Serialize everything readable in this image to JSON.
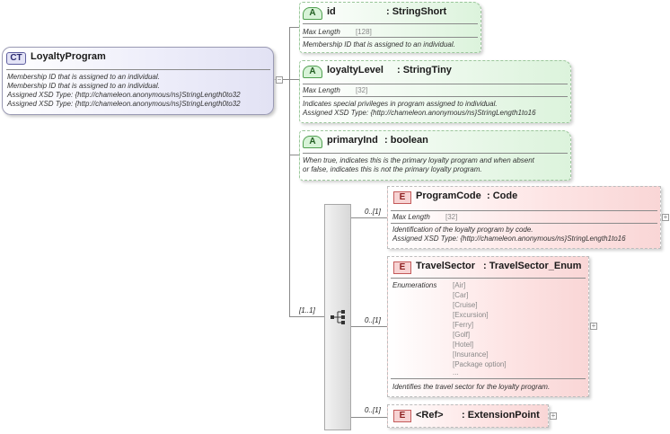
{
  "complex_type": {
    "badge": "CT",
    "name": "LoyaltyProgram",
    "docs": [
      "Membership ID that is assigned to an individual.",
      "Membership ID that is assigned to an individual.",
      "Assigned XSD Type: {http://chameleon.anonymous/ns}StringLength0to32",
      "Assigned XSD Type: {http://chameleon.anonymous/ns}StringLength0to32"
    ],
    "collapse_symbol": "−"
  },
  "attributes": [
    {
      "badge": "A",
      "name": "id",
      "type": ": StringShort",
      "facet_label": "Max Length",
      "facet_value": "[128]",
      "docs": [
        "Membership ID that is assigned to an individual."
      ]
    },
    {
      "badge": "A",
      "name": "loyaltyLevel",
      "type": ": StringTiny",
      "facet_label": "Max Length",
      "facet_value": "[32]",
      "docs": [
        "Indicates special privileges in program assigned to individual.",
        "Assigned XSD Type: {http://chameleon.anonymous/ns}StringLength1to16"
      ]
    },
    {
      "badge": "A",
      "name": "primaryInd",
      "type": ": boolean",
      "docs": [
        "When true, indicates this is the primary loyalty program and when absent",
        "or false, indicates this is not the primary loyalty program."
      ]
    }
  ],
  "sequence": {
    "cardinality": "[1..1]"
  },
  "elements": [
    {
      "badge": "E",
      "name": "ProgramCode",
      "type": ": Code",
      "cardinality": "0..[1]",
      "facet_label": "Max Length",
      "facet_value": "[32]",
      "docs": [
        "Identification of the loyalty program by code.",
        "Assigned XSD Type: {http://chameleon.anonymous/ns}StringLength1to16"
      ],
      "expand_symbol": "+"
    },
    {
      "badge": "E",
      "name": "TravelSector",
      "type": ": TravelSector_Enum",
      "cardinality": "0..[1]",
      "facet_label": "Enumerations",
      "enumerations": [
        "[Air]",
        "[Car]",
        "[Cruise]",
        "[Excursion]",
        "[Ferry]",
        "[Golf]",
        "[Hotel]",
        "[Insurance]",
        "[Package option]",
        "..."
      ],
      "docs": [
        "Identifies the travel sector for the loyalty program."
      ],
      "expand_symbol": "+"
    },
    {
      "badge": "E",
      "name": "<Ref>",
      "type": ": ExtensionPoint",
      "cardinality": "0..[1]",
      "expand_symbol": "+"
    }
  ]
}
